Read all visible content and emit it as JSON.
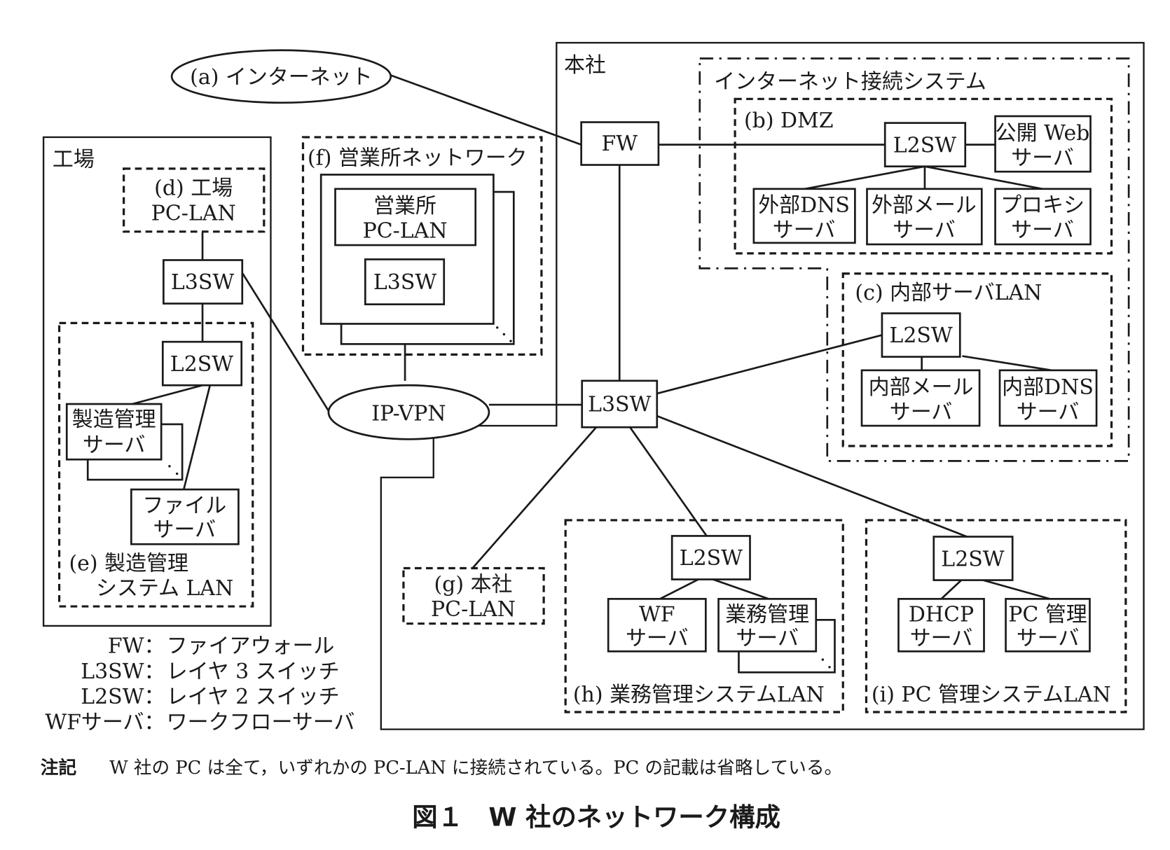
{
  "figure": {
    "caption": "図１　W 社のネットワーク構成",
    "note_label": "注記",
    "note_text": "W 社の PC は全て，いずれかの PC-LAN に接続されている。PC の記載は省略している。"
  },
  "internet": {
    "label": "(a) インターネット"
  },
  "ipvpn": {
    "label": "IP-VPN"
  },
  "hq": {
    "label": "本社",
    "fw": "FW",
    "l3sw": "L3SW",
    "internet_system": {
      "label": "インターネット接続システム",
      "dmz": {
        "label": "(b) DMZ",
        "l2sw": "L2SW",
        "web": [
          "公開 Web",
          "サーバ"
        ],
        "dns": [
          "外部DNS",
          "サーバ"
        ],
        "mail": [
          "外部メール",
          "サーバ"
        ],
        "proxy": [
          "プロキシ",
          "サーバ"
        ]
      }
    },
    "internal_lan": {
      "label": "(c) 内部サーバLAN",
      "l2sw": "L2SW",
      "mail": [
        "内部メール",
        "サーバ"
      ],
      "dns": [
        "内部DNS",
        "サーバ"
      ]
    },
    "pc_lan": [
      "(g) 本社",
      "PC-LAN"
    ],
    "biz_lan": {
      "label": "(h) 業務管理システムLAN",
      "l2sw": "L2SW",
      "wf": [
        "WF",
        "サーバ"
      ],
      "biz": [
        "業務管理",
        "サーバ"
      ]
    },
    "pcm_lan": {
      "label": "(i) PC 管理システムLAN",
      "l2sw": "L2SW",
      "dhcp": [
        "DHCP",
        "サーバ"
      ],
      "pcm": [
        "PC 管理",
        "サーバ"
      ]
    }
  },
  "factory": {
    "label": "工場",
    "pc_lan": [
      "(d) 工場",
      "PC-LAN"
    ],
    "l3sw": "L3SW",
    "mfg_lan": {
      "label": [
        "(e) 製造管理",
        "システム LAN"
      ],
      "l2sw": "L2SW",
      "mfg": [
        "製造管理",
        "サーバ"
      ],
      "file": [
        "ファイル",
        "サーバ"
      ]
    }
  },
  "branch": {
    "label": "(f) 営業所ネットワーク",
    "pc_lan": [
      "営業所",
      "PC-LAN"
    ],
    "l3sw": "L3SW"
  },
  "legend": [
    {
      "abbr": "FW",
      "sep": "：",
      "desc": "ファイアウォール"
    },
    {
      "abbr": "L3SW",
      "sep": "：",
      "desc": "レイヤ 3 スイッチ"
    },
    {
      "abbr": "L2SW",
      "sep": "：",
      "desc": "レイヤ 2 スイッチ"
    },
    {
      "abbr": "WFサーバ",
      "sep": "：",
      "desc": "ワークフローサーバ"
    }
  ]
}
